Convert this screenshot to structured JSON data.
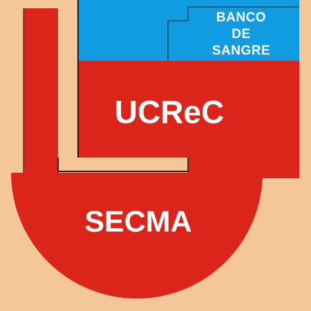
{
  "floor_plan": {
    "background_color": "#f5c697",
    "colors": {
      "red_zone": "#db251b",
      "blue_zone": "#119ce2",
      "outline": "#1a1a1a"
    },
    "areas": {
      "ucrec": {
        "label": "UCReC"
      },
      "secma": {
        "label": "SECMA"
      },
      "banco_de_sangre": {
        "lines": [
          "BANCO",
          "DE",
          "SANGRE"
        ]
      }
    }
  }
}
